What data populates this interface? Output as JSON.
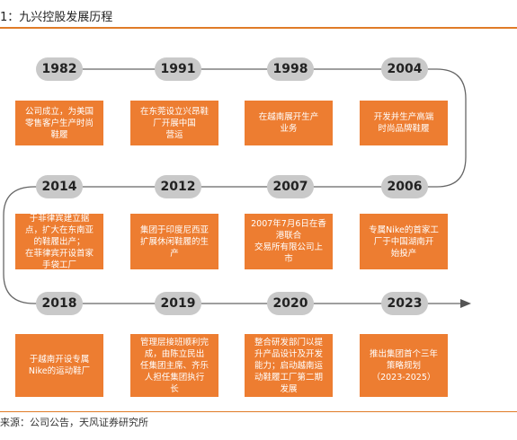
{
  "header": {
    "title": "1：九兴控股发展历程"
  },
  "footer": {
    "source": "来源：公司公告，天风证券研究所"
  },
  "timeline": {
    "row1": [
      {
        "year": "1982",
        "text": "公司成立，为美国\n零售客户生产时尚\n鞋履"
      },
      {
        "year": "1991",
        "text": "在东莞设立兴昂鞋\n厂开展中国\n营运"
      },
      {
        "year": "1998",
        "text": "在越南展开生产\n业务"
      },
      {
        "year": "2004",
        "text": "开发并生产高端\n时尚品牌鞋履"
      }
    ],
    "row2": [
      {
        "year": "2014",
        "text": "于菲律宾建立据\n点，扩大在东南亚\n的鞋履出产；\n在菲律宾开设首家\n手袋工厂"
      },
      {
        "year": "2012",
        "text": "集团于印度尼西亚\n扩展休闲鞋履的生\n产"
      },
      {
        "year": "2007",
        "text": "2007年7月6日在香\n港联合\n交易所有限公司上\n市"
      },
      {
        "year": "2006",
        "text": "专属Nike的首家工\n厂于中国湖南开\n始投产"
      }
    ],
    "row3": [
      {
        "year": "2018",
        "text": "于越南开设专属\nNike的运动鞋厂"
      },
      {
        "year": "2019",
        "text": "管理层接班顺利完\n成，由陈立民出\n任集团主席、齐乐\n人担任集团执行\n长"
      },
      {
        "year": "2020",
        "text": "整合研发部门以提\n升产品设计及开发\n能力；启动越南运\n动鞋履工厂第二期\n发展"
      },
      {
        "year": "2023",
        "text": "推出集团首个三年\n策略规划\n（2023-2025）"
      }
    ]
  }
}
